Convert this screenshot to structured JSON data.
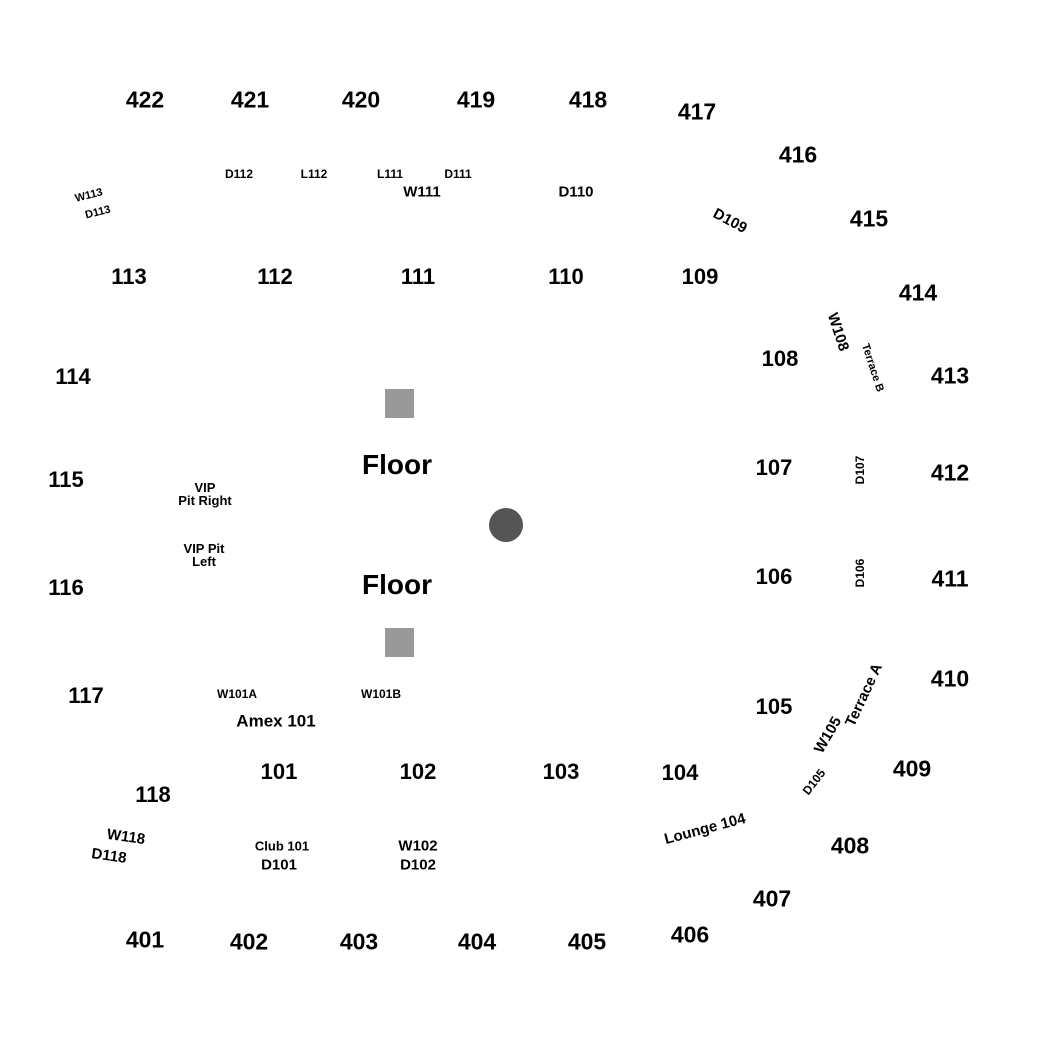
{
  "colors": {
    "background": "#ffffff",
    "text": "#000000",
    "stage_marker": "#999999",
    "center_marker": "#555555"
  },
  "upper_sections": [
    "422",
    "421",
    "420",
    "419",
    "418",
    "417",
    "416",
    "415",
    "414",
    "413",
    "412",
    "411",
    "410",
    "409",
    "408",
    "407",
    "406",
    "405",
    "404",
    "403",
    "402",
    "401"
  ],
  "lower_sections": [
    "113",
    "112",
    "111",
    "110",
    "109",
    "108",
    "107",
    "106",
    "105",
    "104",
    "103",
    "102",
    "101",
    "114",
    "115",
    "116",
    "117",
    "118"
  ],
  "suites_north": {
    "w113": "W113",
    "d113": "D113",
    "d112": "D112",
    "l112": "L112",
    "l111": "L111",
    "d111": "D111",
    "w111": "W111",
    "d110": "D110",
    "d109": "D109"
  },
  "suites_east": {
    "w108": "W108",
    "terrace_b": "Terrace B",
    "d107": "D107",
    "d106": "D106",
    "terrace_a": "Terrace A",
    "w105": "W105",
    "d105": "D105",
    "lounge_104": "Lounge 104"
  },
  "suites_south": {
    "w101a": "W101A",
    "w101b": "W101B",
    "amex_101": "Amex 101",
    "club_101": "Club 101",
    "d101": "D101",
    "w102": "W102",
    "d102": "D102",
    "w118": "W118",
    "d118": "D118"
  },
  "floor": {
    "upper": "Floor",
    "lower": "Floor",
    "vip_pit_right_line1": "VIP",
    "vip_pit_right_line2": "Pit Right",
    "vip_pit_left_line1": "VIP Pit",
    "vip_pit_left_line2": "Left"
  }
}
